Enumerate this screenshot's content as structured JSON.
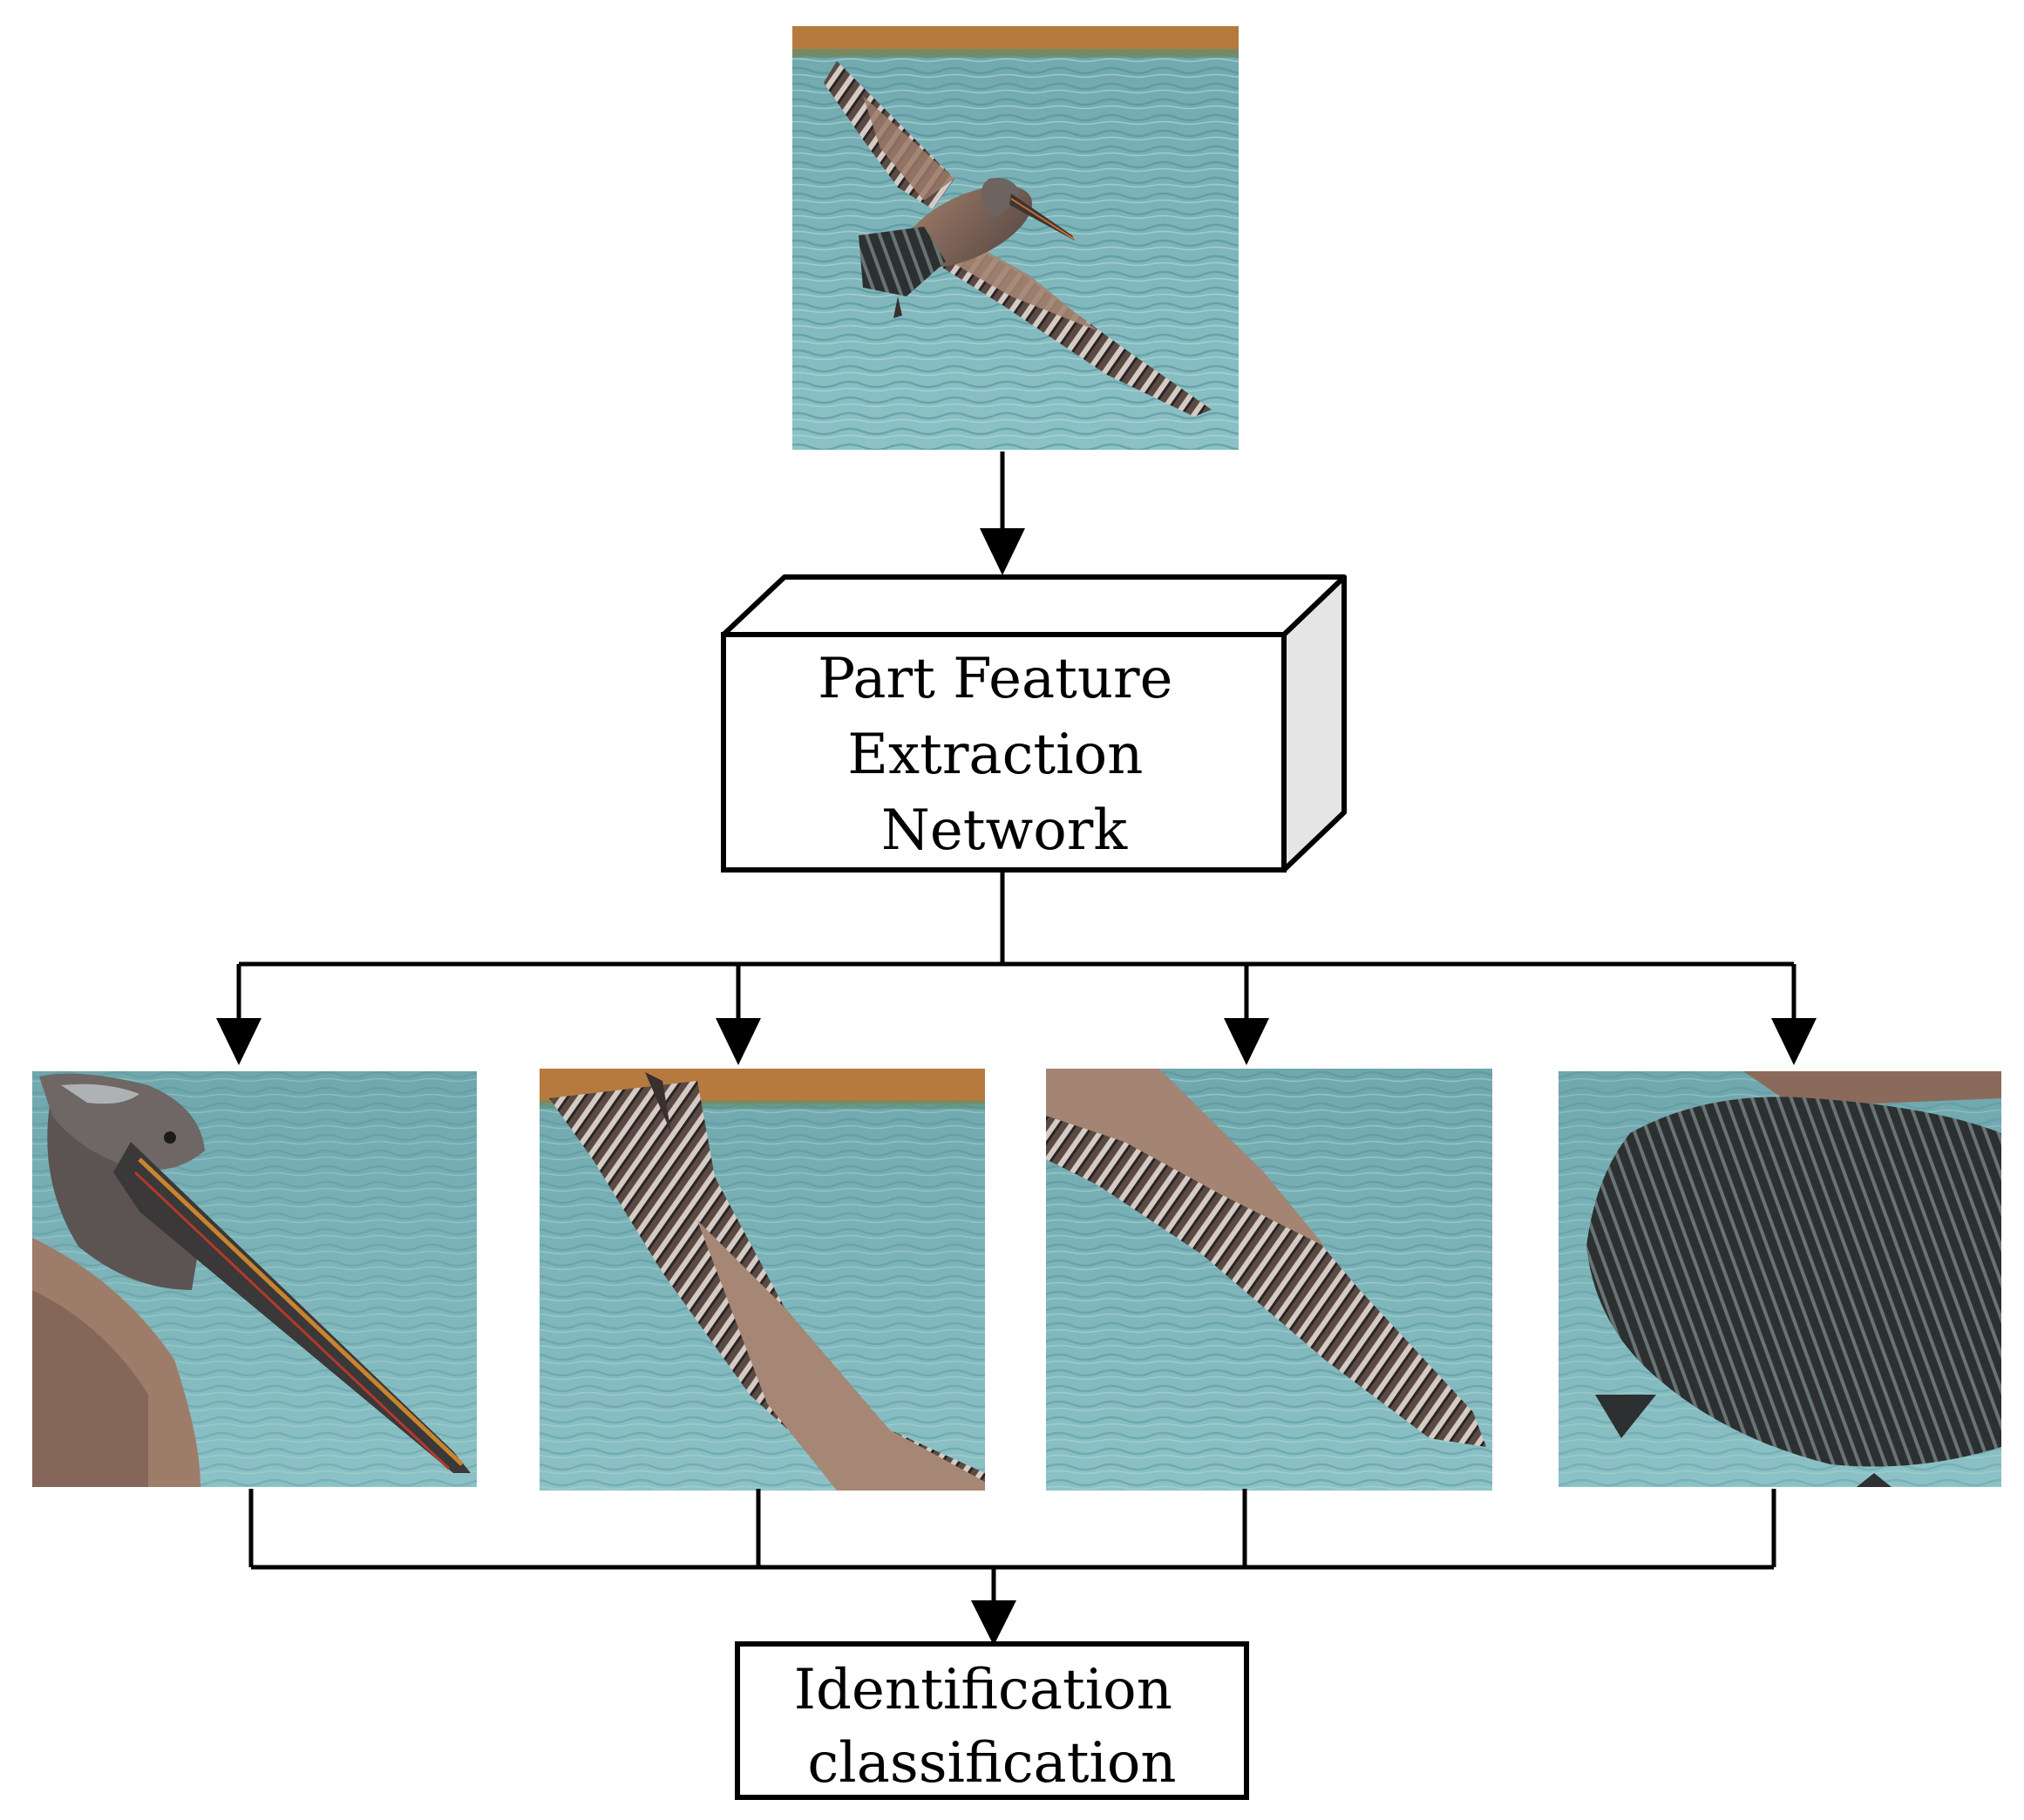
{
  "nodes": {
    "feature_network": {
      "lines": [
        "Part Feature",
        "Extraction",
        "Network"
      ]
    },
    "classifier": {
      "lines": [
        "Identification",
        "classification"
      ]
    }
  },
  "images": {
    "input": "photo of a brown pelican in flight over water",
    "parts": [
      "crop: pelican head and bill",
      "crop: raised left wing",
      "crop: lower right wing",
      "crop: tail feathers"
    ]
  },
  "colors": {
    "water": "#7fb6bb",
    "water_dark": "#4f8d95",
    "shore": "#b77a3e",
    "feather_brown": "#8a6a5a",
    "feather_dark": "#2f2a2a",
    "box_side": "#e5e5e5"
  }
}
